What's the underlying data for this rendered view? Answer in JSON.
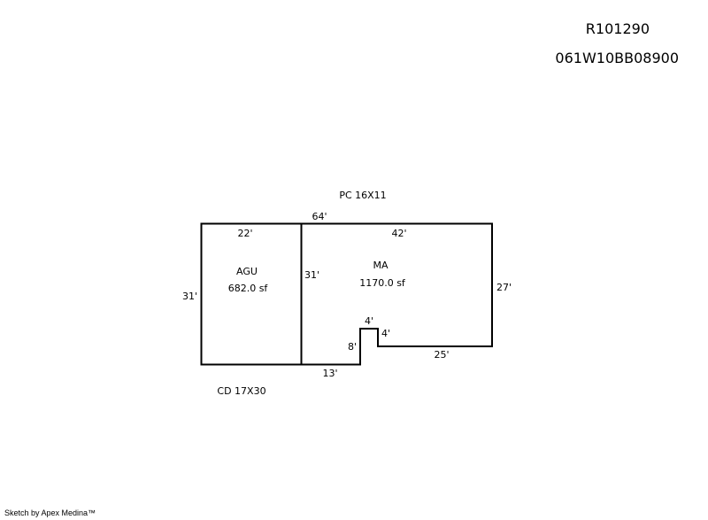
{
  "header": {
    "account": "R101290",
    "parcel": "061W10BB08900"
  },
  "labels": {
    "pc": "PC 16X11",
    "cd": "CD 17X30"
  },
  "areas": [
    {
      "name": "AGU",
      "area": "682.0 sf"
    },
    {
      "name": "MA",
      "area": "1170.0 sf"
    }
  ],
  "dimensions": {
    "top_total": "64'",
    "agu_top": "22'",
    "ma_top": "42'",
    "left": "31'",
    "divider": "31'",
    "right": "27'",
    "notch_top": "4'",
    "notch_right": "4'",
    "notch_left": "8'",
    "bottom_mid": "13'",
    "bottom_right": "25'"
  },
  "footer": "Sketch by Apex Medina™"
}
